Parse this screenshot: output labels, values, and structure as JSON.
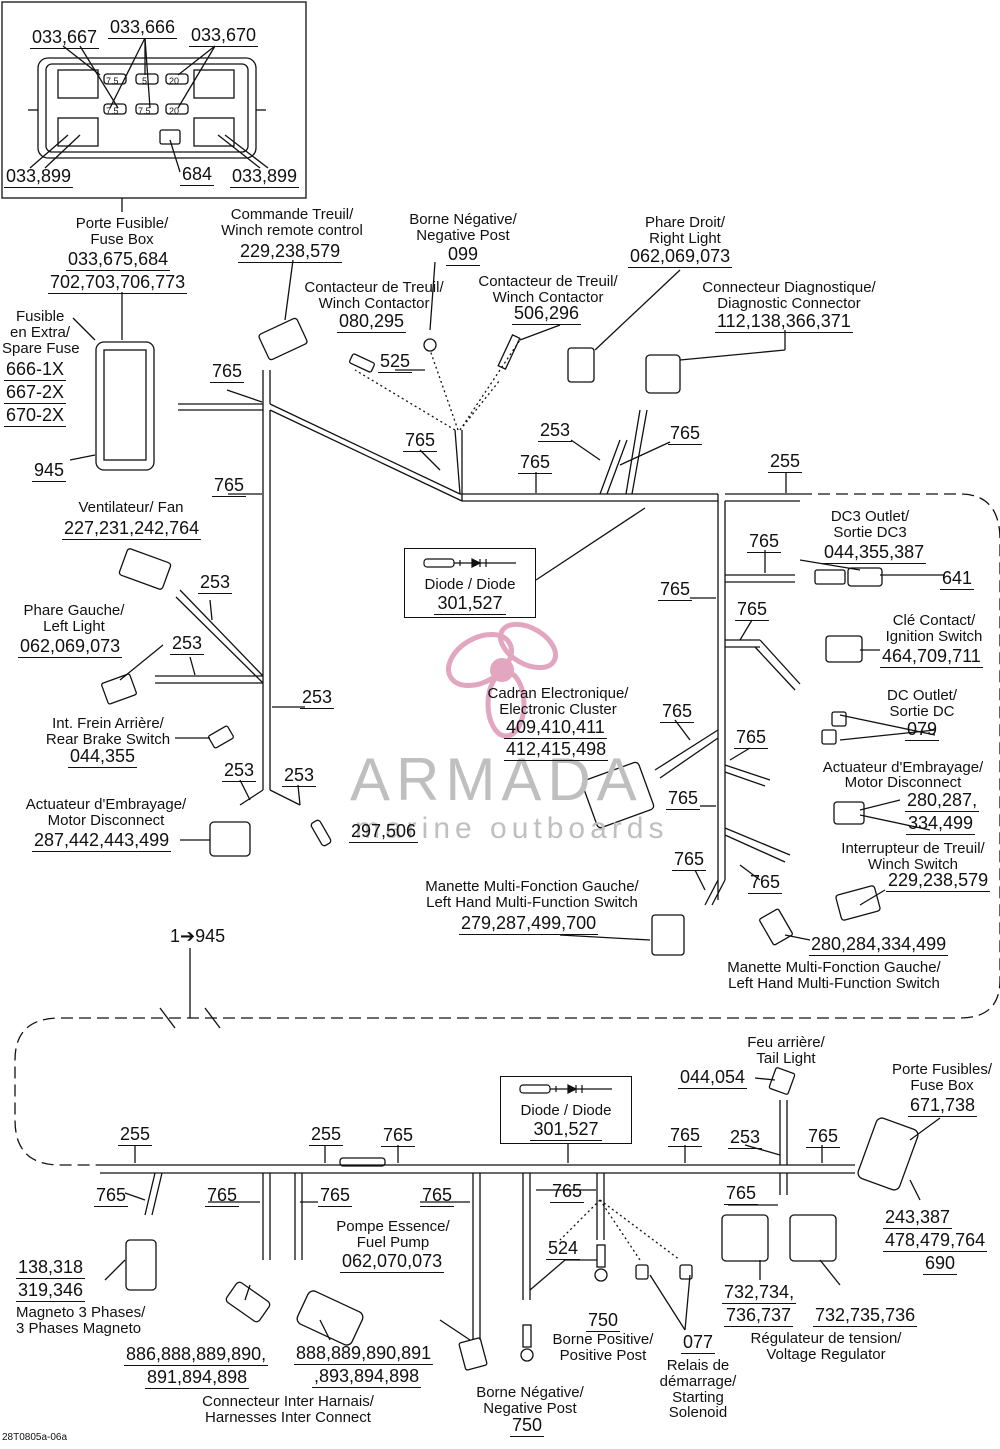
{
  "fuse_inset": {
    "callouts_top": [
      "033,667",
      "033,666",
      "033,670"
    ],
    "callouts_bottom": [
      "033,899",
      "684",
      "033,899"
    ],
    "fuse_markings": [
      "7.5",
      "5",
      "20",
      "7.5",
      "7.5",
      "20"
    ]
  },
  "fuse_box_front": {
    "label_fr": "Porte Fusible/",
    "label_en": "Fuse Box",
    "parts_1": "033,675,684",
    "parts_2": "702,703,706,773"
  },
  "spare_fuse": {
    "label_1": "Fusible",
    "label_2": "en Extra/",
    "label_3": "Spare Fuse",
    "parts_1": "666-1X",
    "parts_2": "667-2X",
    "parts_3": "670-2X",
    "part_945": "945"
  },
  "winch_remote": {
    "label_fr": "Commande Treuil/",
    "label_en": "Winch remote control",
    "parts": "229,238,579"
  },
  "neg_post_front": {
    "label_fr": "Borne Négative/",
    "label_en": "Negative Post",
    "parts": "099"
  },
  "winch_contactor_1": {
    "label_fr": "Contacteur de Treuil/",
    "label_en": "Winch Contactor",
    "parts": "080,295"
  },
  "winch_contactor_2": {
    "label_fr": "Contacteur de Treuil/",
    "label_en": "Winch Contactor",
    "parts": "506,296"
  },
  "right_light": {
    "label_fr": "Phare Droit/",
    "label_en": "Right Light",
    "parts": "062,069,073"
  },
  "diag_connector": {
    "label_fr": "Connecteur Diagnostique/",
    "label_en": "Diagnostic Connector",
    "parts": "112,138,366,371"
  },
  "fan": {
    "label": "Ventilateur/ Fan",
    "parts": "227,231,242,764"
  },
  "left_light": {
    "label_fr": "Phare Gauche/",
    "label_en": "Left Light",
    "parts": "062,069,073"
  },
  "rear_brake": {
    "label_fr": "Int. Frein Arrière/",
    "label_en": "Rear Brake Switch",
    "parts": "044,355"
  },
  "clutch_actuator": {
    "label_fr": "Actuateur d'Embrayage/",
    "label_en": "Motor Disconnect",
    "parts": "287,442,443,499"
  },
  "part_297_506": "297,506",
  "diode_front": {
    "label": "Diode / Diode",
    "parts": "301,527"
  },
  "cluster": {
    "label_fr": "Cadran Electronique/",
    "label_en": "Electronic Cluster",
    "parts_1": "409,410,411",
    "parts_2": "412,415,498"
  },
  "dc3_outlet": {
    "label_fr": "DC3 Outlet/",
    "label_en": "Sortie DC3",
    "parts": "044,355,387",
    "part_641": "641"
  },
  "ignition": {
    "label_fr": "Clé Contact/",
    "label_en": "Ignition Switch",
    "parts": "464,709,711"
  },
  "dc_outlet": {
    "label_fr": "DC Outlet/",
    "label_en": "Sortie DC",
    "parts": "079"
  },
  "motor_disconnect_r": {
    "label_fr": "Actuateur d'Embrayage/",
    "label_en": "Motor Disconnect",
    "parts_1": "280,287,",
    "parts_2": "334,499"
  },
  "winch_switch": {
    "label_fr": "Interrupteur de Treuil/",
    "label_en": "Winch Switch",
    "parts": "229,238,579"
  },
  "lh_switch_1": {
    "label_fr": "Manette Multi-Fonction Gauche/",
    "label_en": "Left Hand Multi-Function Switch",
    "parts": "279,287,499,700"
  },
  "lh_switch_2": {
    "label_fr": "Manette Multi-Fonction Gauche/",
    "label_en": "Left Hand Multi-Function Switch",
    "parts": "280,284,334,499"
  },
  "harness_labels": {
    "h765": "765",
    "h253": "253",
    "h255": "255",
    "h525": "525",
    "h524": "524"
  },
  "harness_ref": "1➔945",
  "tail_light": {
    "label_fr": "Feu arrière/",
    "label_en": "Tail Light",
    "parts": "044,054"
  },
  "fuse_box_rear": {
    "label_fr": "Porte Fusibles/",
    "label_en": "Fuse Box",
    "parts": "671,738",
    "extra_1": "243,387",
    "extra_2": "478,479,764",
    "extra_3": "690"
  },
  "diode_rear": {
    "label": "Diode / Diode",
    "parts": "301,527"
  },
  "magneto": {
    "parts_1": "138,318",
    "parts_2": "319,346",
    "label_fr": "Magneto 3 Phases/",
    "label_en": "3 Phases Magneto"
  },
  "inter_connect": {
    "parts_1": "886,888,889,890,",
    "parts_2": "891,894,898",
    "parts_3": "888,889,890,891",
    "parts_4": ",893,894,898",
    "label_fr": "Connecteur Inter Harnais/",
    "label_en": "Harnesses Inter Connect"
  },
  "fuel_pump": {
    "label_fr": "Pompe Essence/",
    "label_en": "Fuel Pump",
    "parts": "062,070,073"
  },
  "neg_post_rear": {
    "label_fr": "Borne Négative/",
    "label_en": "Negative Post",
    "parts": "750"
  },
  "pos_post": {
    "parts": "750",
    "label_fr": "Borne Positive/",
    "label_en": "Positive Post"
  },
  "solenoid": {
    "parts": "077",
    "label_1": "Relais de",
    "label_2": "démarrage/",
    "label_3": "Starting",
    "label_4": "Solenoid"
  },
  "regulator": {
    "parts_1": "732,734,",
    "parts_2": "736,737",
    "parts_3": "732,735,736",
    "label_fr": "Régulateur de tension/",
    "label_en": "Voltage Regulator"
  },
  "watermark": {
    "brand": "ARMADA",
    "sub": "marine outboards"
  },
  "figure_ref": "28T0805a-06a"
}
